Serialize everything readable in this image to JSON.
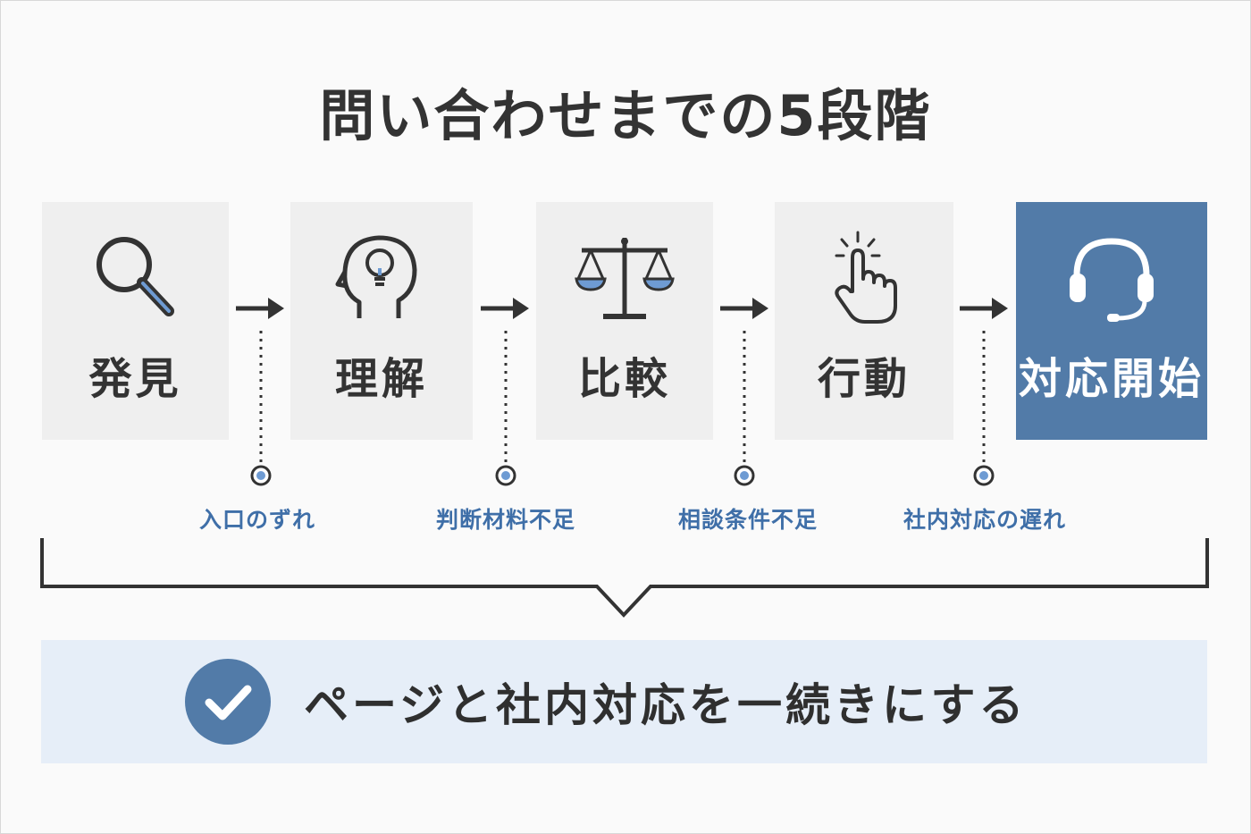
{
  "title": "問い合わせまでの5段階",
  "stages": [
    {
      "label": "発見",
      "icon": "search-icon"
    },
    {
      "label": "理解",
      "icon": "head-lightbulb-icon"
    },
    {
      "label": "比較",
      "icon": "balance-scale-icon"
    },
    {
      "label": "行動",
      "icon": "tap-hand-icon"
    },
    {
      "label": "対応開始",
      "icon": "headset-icon"
    }
  ],
  "issues": [
    "入口のずれ",
    "判断材料不足",
    "相談条件不足",
    "社内対応の遅れ"
  ],
  "result": {
    "text": "ページと社内対応を一続きにする",
    "icon": "check-icon"
  },
  "colors": {
    "accent": "#527ba8",
    "issue_text": "#3f6fa8",
    "stage_bg": "#efefef",
    "result_bg": "#e6eef8",
    "dark": "#333333",
    "pan_fill": "#6e9bd3"
  }
}
